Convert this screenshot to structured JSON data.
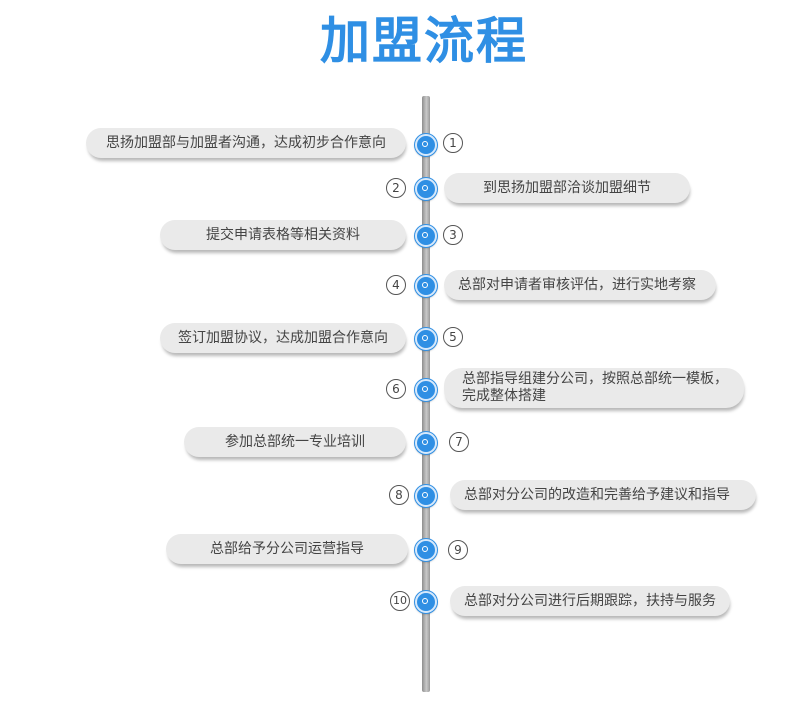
{
  "title": "加盟流程",
  "steps": [
    {
      "num": "1",
      "text": "思扬加盟部与加盟者沟通，达成初步合作意向"
    },
    {
      "num": "2",
      "text": "到思扬加盟部洽谈加盟细节"
    },
    {
      "num": "3",
      "text": "提交申请表格等相关资料"
    },
    {
      "num": "4",
      "text": "总部对申请者审核评估，进行实地考察"
    },
    {
      "num": "5",
      "text": "签订加盟协议，达成加盟合作意向"
    },
    {
      "num": "6",
      "text": "总部指导组建分公司，按照总部统一模板，完成整体搭建"
    },
    {
      "num": "7",
      "text": "参加总部统一专业培训"
    },
    {
      "num": "8",
      "text": "总部对分公司的改造和完善给予建议和指导"
    },
    {
      "num": "9",
      "text": "总部给予分公司运营指导"
    },
    {
      "num": "10",
      "text": "总部对分公司进行后期跟踪，扶持与服务"
    }
  ]
}
